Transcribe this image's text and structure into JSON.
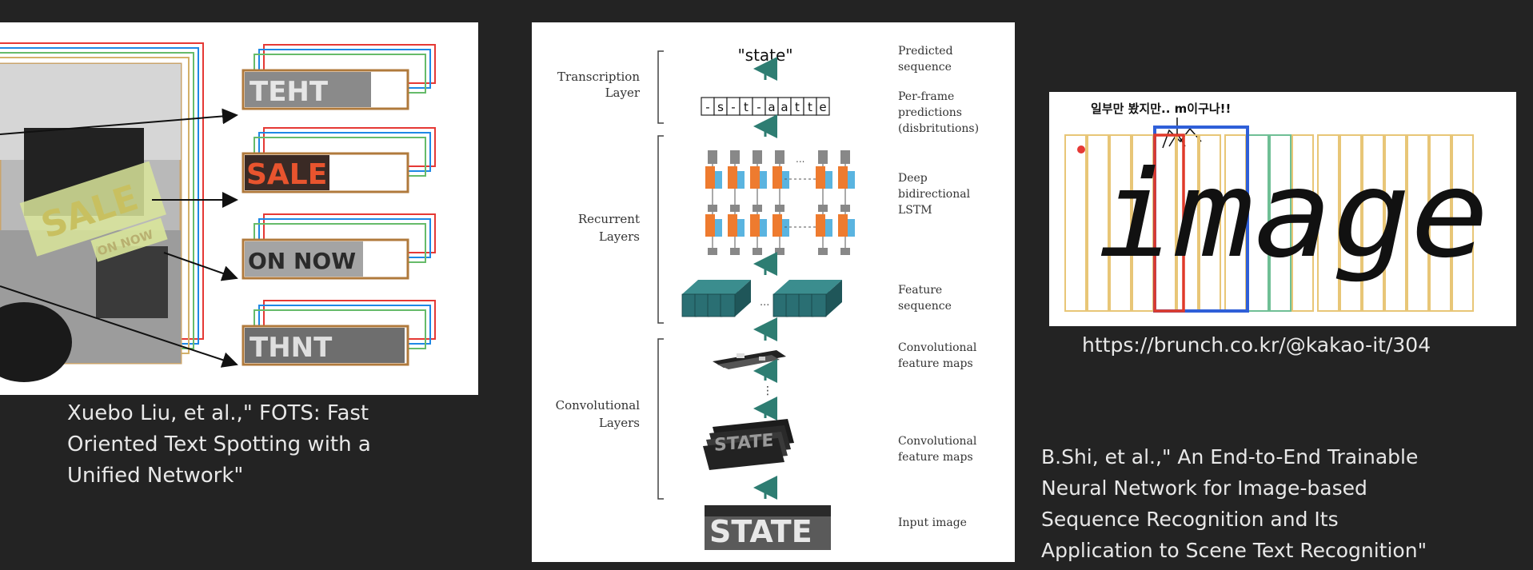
{
  "panel_fots": {
    "crops": [
      "TEHT",
      "SALE",
      "ON NOW",
      "THNT"
    ],
    "scene_words": [
      "SALE",
      "ON NOW"
    ]
  },
  "caption_fots": [
    "Xuebo Liu, et al.,\" FOTS: Fast",
    "Oriented Text Spotting with a",
    "Unified Network\""
  ],
  "crnn": {
    "predicted": "\"state\"",
    "frames": [
      "-",
      "s",
      "-",
      "t",
      "-",
      "a",
      "a",
      "t",
      "t",
      "e"
    ],
    "left_labels": [
      [
        "Transcription",
        "Layer"
      ],
      [
        "Recurrent",
        "Layers"
      ],
      [
        "Convolutional",
        "Layers"
      ]
    ],
    "right_labels": [
      [
        "Predicted",
        "sequence"
      ],
      [
        "Per-frame",
        "predictions",
        "(disbritutions)"
      ],
      [
        "Deep",
        "bidirectional",
        "LSTM"
      ],
      [
        "Feature",
        "sequence"
      ],
      [
        "Convolutional",
        "feature maps"
      ],
      [
        "Convolutional",
        "feature maps"
      ],
      [
        "Input image"
      ]
    ],
    "input_word": "STATE",
    "ellipsis": "..."
  },
  "image_example": {
    "annotation": "일부만 봤지만.. m이구나!!",
    "word": "image",
    "url": "https://brunch.co.kr/@kakao-it/304"
  },
  "caption_crnn": [
    "B.Shi, et al.,\" An End-to-End Trainable",
    "Neural Network for Image-based",
    "Sequence Recognition and Its",
    "Application to Scene Text Recognition\""
  ],
  "colors": {
    "background": "#232323",
    "teal_arrow": "#2e7d72",
    "lstm_orange": "#ee7b2f",
    "lstm_blue": "#5ab4e0",
    "feature_teal": "#2a6f73",
    "frame_red": "#e03a2a",
    "frame_blue": "#2f5fd8",
    "frame_yellow": "#e8c677",
    "frame_green": "#6fbf95"
  }
}
